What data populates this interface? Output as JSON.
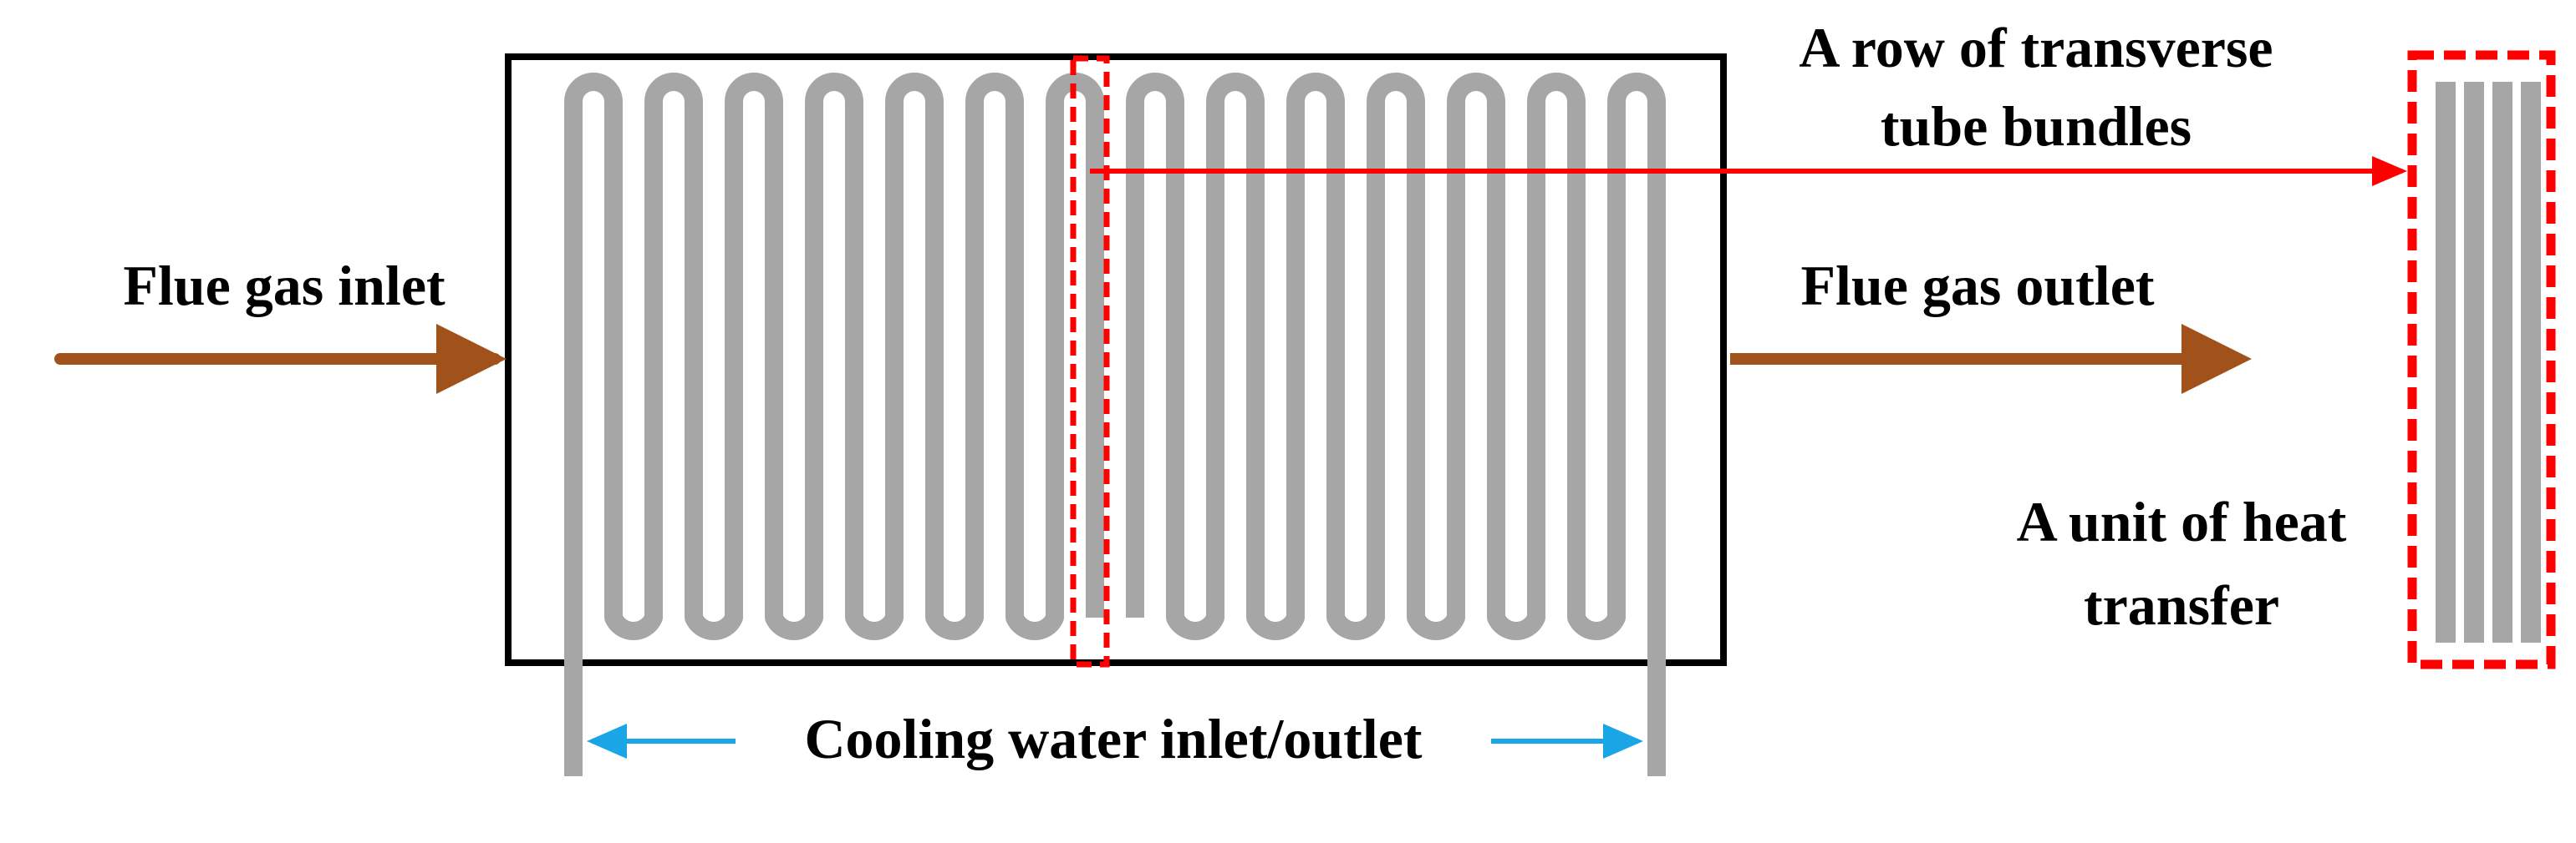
{
  "labels": {
    "flue_gas_inlet": "Flue gas inlet",
    "flue_gas_outlet": "Flue gas outlet",
    "row_bundles_line1": "A row of transverse",
    "row_bundles_line2": "tube bundles",
    "unit_line1": "A unit of heat",
    "unit_line2": "transfer",
    "cooling_water": "Cooling water inlet/outlet"
  },
  "structure": {
    "u_bends_per_half": 7,
    "unit_tube_count": 4
  },
  "colors": {
    "flue_gas_arrow": "#a0521a",
    "highlight": "#ff0000",
    "cooling_water_arrow": "#1aa6e6",
    "tube": "#a6a6a6",
    "housing": "#000000"
  }
}
